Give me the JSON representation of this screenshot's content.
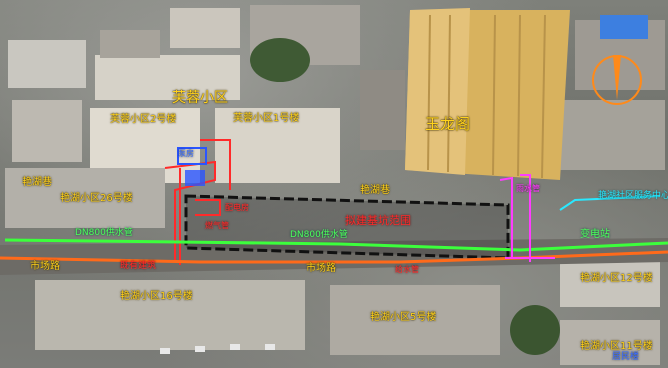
{
  "map_title": "",
  "labels": {
    "furong_estate": "芙蓉小区",
    "furong_bldg2": "芙蓉小区2号楼",
    "furong_bldg1": "芙蓉小区1号楼",
    "yulong_tower": "玉龙阁",
    "yanhu_road": "艳湖巷",
    "yanhu_bldg26": "艳湖小区26号楼",
    "yanhu_lane_mid": "艳湖巷",
    "pipe_left": "DN800供水管",
    "pipe_mid": "DN800供水管",
    "pit_label": "拟建基坑范围",
    "market_rd_left": "市场路",
    "market_rd_mid": "市场路",
    "existing_bldg": "既有建筑",
    "yanhu_bldg16": "艳湖小区16号楼",
    "yanhu_bldg5": "艳湖小区5号楼",
    "yanhu_bldg11": "艳湖小区11号楼",
    "yanhu_bldg12": "艳湖小区12号楼",
    "right_top_cyan": "艳湖社区服务中心",
    "right_green": "变电站",
    "blue_box_label": "泵房",
    "red_small_1": "配电房",
    "red_small_2": "燃气管",
    "magenta_label": "雨水管",
    "orange_road": "给水管",
    "blue_bottom_right": "居民楼"
  },
  "colors": {
    "label_yellow": "#ffd21e",
    "boundary_red": "#ff2a2a",
    "pipe_green": "#3cff3c",
    "pipe_orange": "#ff6a1a",
    "pipe_magenta": "#ff3cff",
    "pipe_cyan": "#29e8ff",
    "pit_black": "#111111",
    "marker_blue": "#2a55ff"
  },
  "icons": [
    "location-pin-icon"
  ]
}
